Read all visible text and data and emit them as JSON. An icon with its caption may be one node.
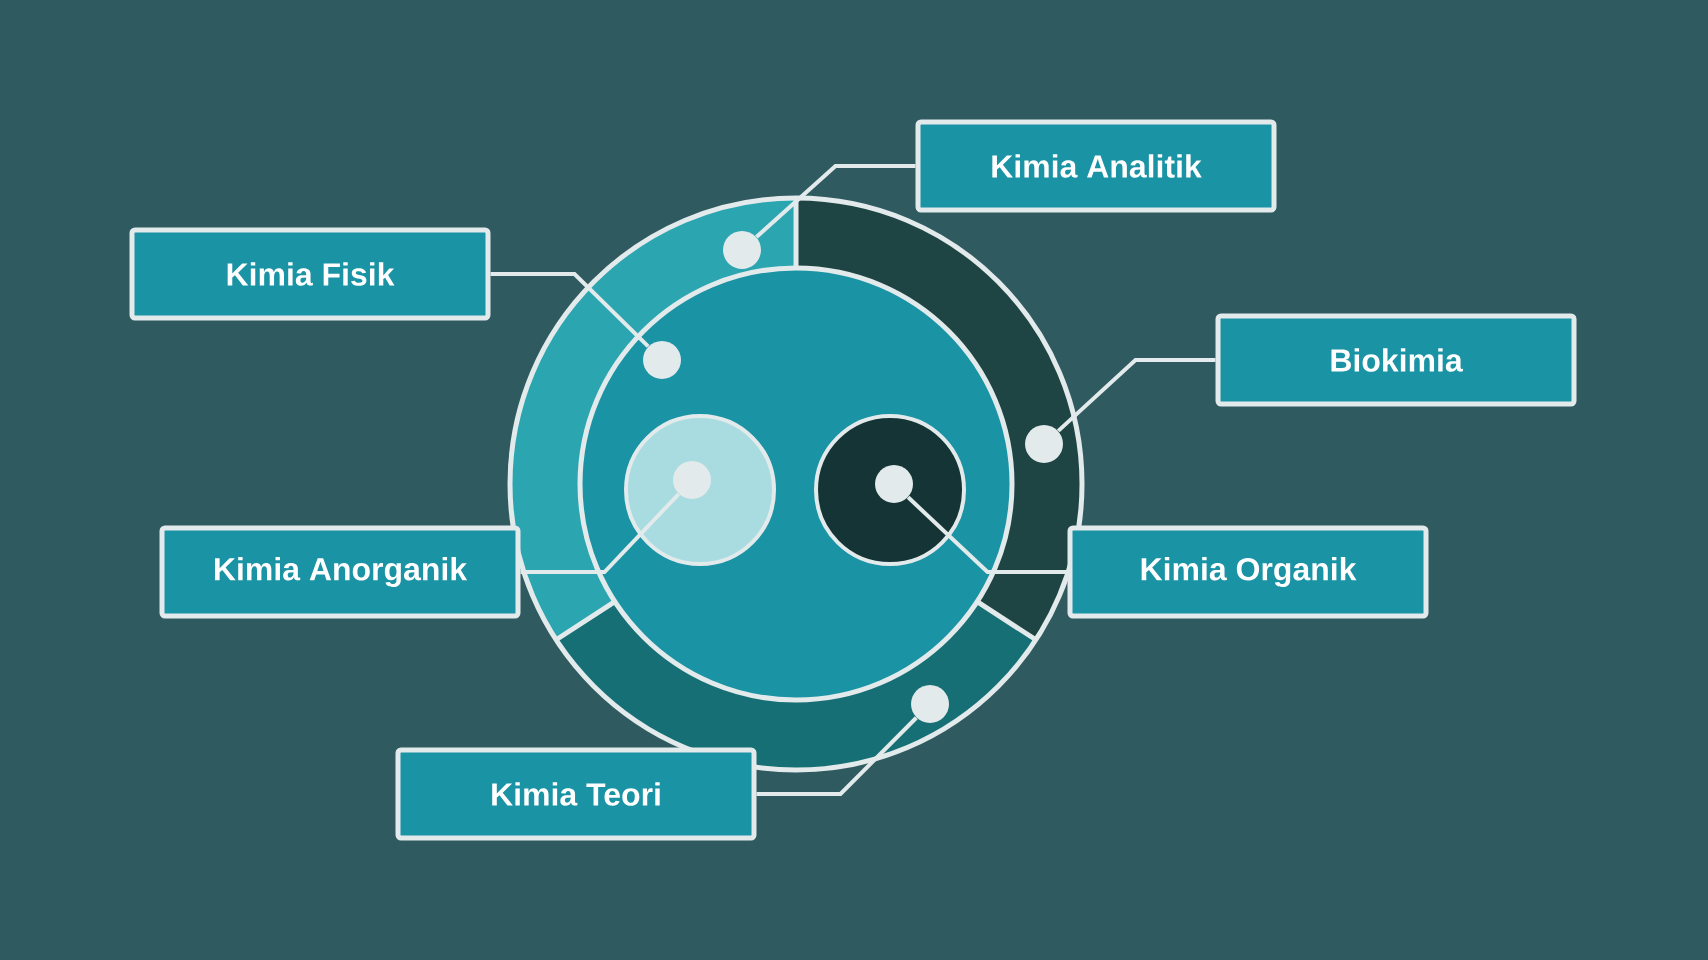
{
  "diagram": {
    "nodes": [
      {
        "text": [
          "Kimia Analitik"
        ]
      },
      {
        "text": [
          "Kimia Fisik"
        ]
      },
      {
        "text": [
          "Biokimia"
        ]
      },
      {
        "text": [
          "Kimia Anorganik"
        ]
      },
      {
        "text": [
          "Kimia Organik"
        ]
      },
      {
        "text": [
          "Kimia Teori"
        ]
      },
      {
        "text": [],
        "shape": "circle"
      },
      {
        "text": [],
        "shape": "circle"
      },
      {
        "text": [],
        "shape": "circle"
      },
      {
        "text": [],
        "shape": "circle"
      },
      {
        "text": [],
        "shape": "circle"
      },
      {
        "text": [],
        "shape": "circle"
      }
    ],
    "edges": [
      {
        "from": 0,
        "to": 6,
        "arrow": "none"
      },
      {
        "from": 1,
        "to": 7,
        "arrow": "none"
      },
      {
        "from": 2,
        "to": 10,
        "arrow": "none"
      },
      {
        "from": 3,
        "to": 8,
        "arrow": "none"
      },
      {
        "from": 4,
        "to": 9,
        "arrow": "none"
      },
      {
        "from": 5,
        "to": 11,
        "arrow": "none"
      }
    ]
  }
}
